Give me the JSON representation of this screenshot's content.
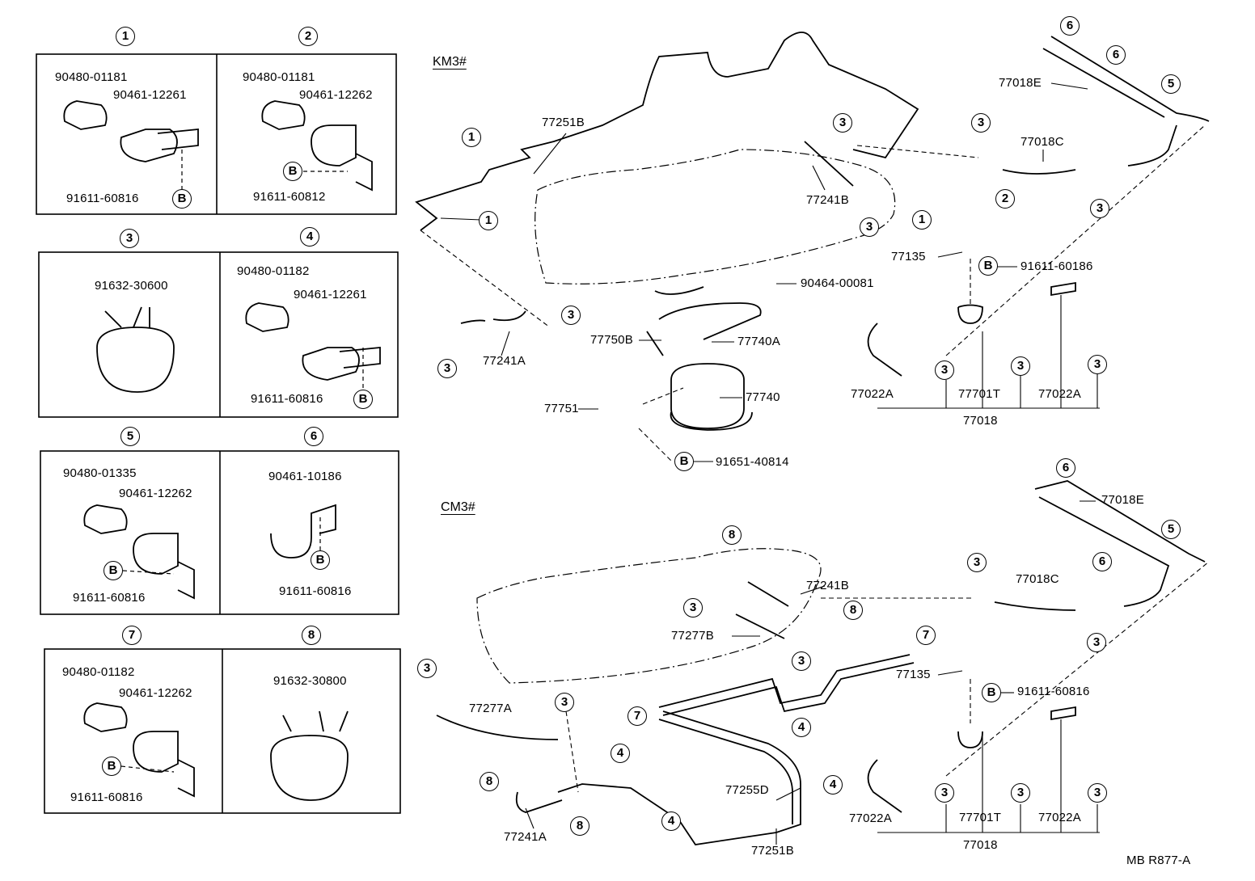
{
  "detail_boxes": [
    {
      "callout": "1",
      "parts": [
        "90480-01181",
        "90461-12261",
        "91611-60816"
      ],
      "bolt": "B"
    },
    {
      "callout": "2",
      "parts": [
        "90480-01181",
        "90461-12262",
        "91611-60812"
      ],
      "bolt": "B"
    },
    {
      "callout": "3",
      "parts": [
        "91632-30600"
      ]
    },
    {
      "callout": "4",
      "parts": [
        "90480-01182",
        "90461-12261",
        "91611-60816"
      ],
      "bolt": "B"
    },
    {
      "callout": "5",
      "parts": [
        "90480-01335",
        "90461-12262",
        "91611-60816"
      ],
      "bolt": "B"
    },
    {
      "callout": "6",
      "parts": [
        "90461-10186",
        "91611-60816"
      ],
      "bolt": "B"
    },
    {
      "callout": "7",
      "parts": [
        "90480-01182",
        "90461-12262",
        "91611-60816"
      ],
      "bolt": "B"
    },
    {
      "callout": "8",
      "parts": [
        "91632-30800"
      ]
    }
  ],
  "km3": {
    "title": "KM3#",
    "labels": [
      "77251B",
      "77241B",
      "77018C",
      "77018E",
      "77135",
      "91611-60186",
      "90464-00081",
      "77241A",
      "77750B",
      "77740A",
      "77740",
      "77751",
      "91651-40814",
      "77022A",
      "77701T",
      "77022A",
      "77018"
    ],
    "callouts": [
      "1",
      "1",
      "3",
      "3",
      "2",
      "1",
      "3",
      "3",
      "6",
      "6",
      "5",
      "B",
      "3",
      "3",
      "B",
      "3",
      "3",
      "3"
    ]
  },
  "cm3": {
    "title": "CM3#",
    "labels": [
      "77018E",
      "77241B",
      "77018C",
      "77277B",
      "77135",
      "91611-60816",
      "77277A",
      "77255D",
      "77241A",
      "77251B",
      "77022A",
      "77701T",
      "77022A",
      "77018"
    ],
    "callouts": [
      "6",
      "5",
      "6",
      "8",
      "8",
      "3",
      "3",
      "7",
      "3",
      "3",
      "B",
      "3",
      "3",
      "7",
      "4",
      "4",
      "8",
      "4",
      "4",
      "8",
      "3",
      "3",
      "3"
    ]
  },
  "footer": {
    "code": "MB  R877-A"
  }
}
